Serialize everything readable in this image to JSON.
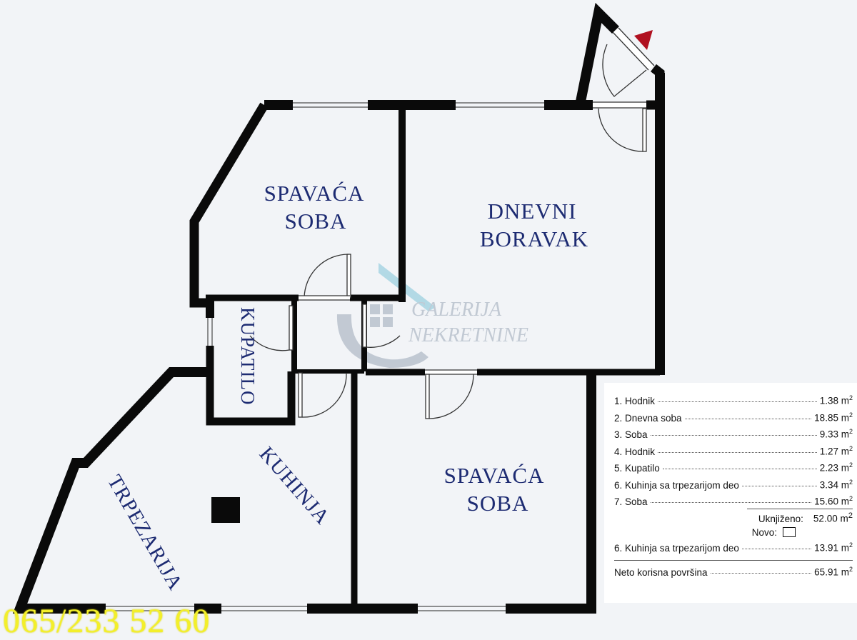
{
  "rooms": {
    "bedroom_top": [
      "SPAVAĆA",
      "SOBA"
    ],
    "living": [
      "DNEVNI",
      "BORAVAK"
    ],
    "bathroom": "KUPATILO",
    "kitchen": "KUHINJA",
    "dining": "TRPEZARIJA",
    "bedroom_bottom": [
      "SPAVAĆA",
      "SOBA"
    ]
  },
  "watermark": {
    "line1": "GALERIJA",
    "line2": "NEKRETNINE"
  },
  "phone": "065/233 52 60",
  "legend": {
    "unit": "m",
    "unit_exp": "2",
    "items": [
      {
        "name": "1. Hodnik",
        "value": "1.38"
      },
      {
        "name": "2. Dnevna soba",
        "value": "18.85"
      },
      {
        "name": "3. Soba",
        "value": "9.33"
      },
      {
        "name": "4. Hodnik",
        "value": "1.27"
      },
      {
        "name": "5. Kupatilo",
        "value": "2.23"
      },
      {
        "name": "6. Kuhinja sa trpezarijom deo",
        "value": "3.34"
      },
      {
        "name": "7. Soba",
        "value": "15.60"
      }
    ],
    "ukn_label": "Uknjiženo:",
    "ukn_value": "52.00",
    "novo_label": "Novo:",
    "extra": {
      "name": "6. Kuhinja sa trpezarijom deo",
      "value": "13.91"
    },
    "total": {
      "name": "Neto korisna površina",
      "value": "65.91"
    }
  },
  "colors": {
    "wall": "#0a0a0a",
    "label": "#1d2b72",
    "phone": "#f3ef2a",
    "entry_arrow": "#b01020"
  }
}
